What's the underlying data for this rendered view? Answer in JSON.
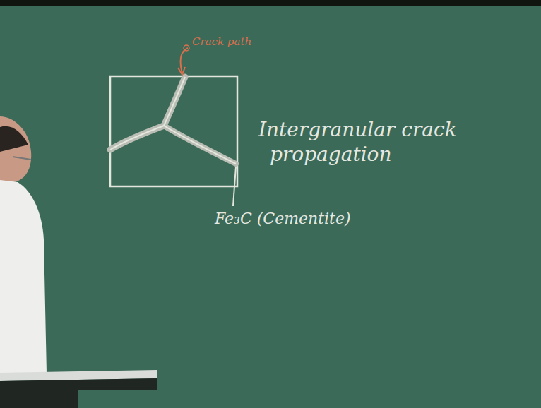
{
  "diagram": {
    "labels": [
      "Crack path",
      "Intergranular crack propagation",
      "Fe₃C (Cementite)"
    ]
  }
}
